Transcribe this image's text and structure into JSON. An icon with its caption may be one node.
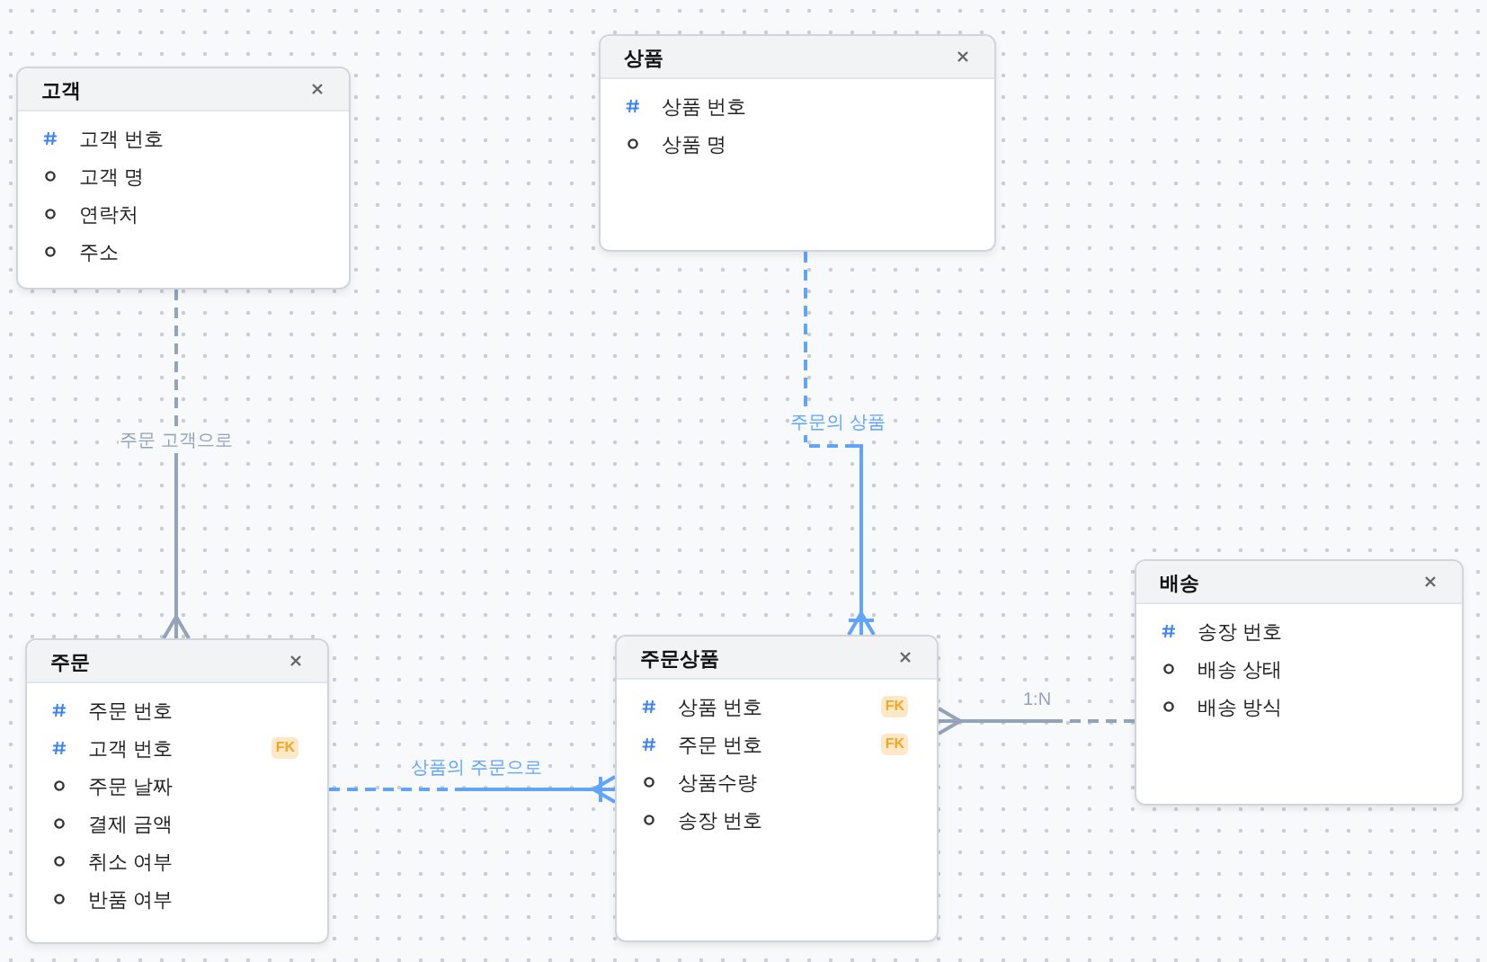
{
  "diagram": {
    "nodes": [
      {
        "text": [
          "고객",
          "고객 번호",
          "고객 명",
          "연락처",
          "주소"
        ]
      },
      {
        "text": [
          "상품",
          "상품 번호",
          "상품 명"
        ]
      },
      {
        "text": [
          "주문",
          "주문 번호",
          "고객 번호",
          "주문 날짜",
          "결제 금액",
          "취소 여부",
          "반품 여부"
        ]
      },
      {
        "text": [
          "주문상품",
          "상품 번호",
          "주문 번호",
          "상품수량",
          "송장 번호"
        ]
      },
      {
        "text": [
          "배송",
          "송장 번호",
          "배송 상태",
          "배송 방식"
        ]
      }
    ],
    "edges": [
      {
        "from": 0,
        "to": 2,
        "arrow": "other",
        "label": "주문 고객으로",
        "style": "dashed",
        "color": "#94a3b8"
      },
      {
        "from": 1,
        "to": 3,
        "arrow": "other",
        "label": "주문의 상품",
        "style": "dashed",
        "color": "#60a5fa"
      },
      {
        "from": 2,
        "to": 3,
        "arrow": "other",
        "label": "상품의 주문으로",
        "style": "dashed",
        "color": "#60a5fa"
      },
      {
        "from": 4,
        "to": 3,
        "arrow": "other",
        "label": "1:N",
        "style": "dashed",
        "color": "#94a3b8"
      }
    ],
    "labels": [
      "FK",
      "FK",
      "FK"
    ]
  }
}
